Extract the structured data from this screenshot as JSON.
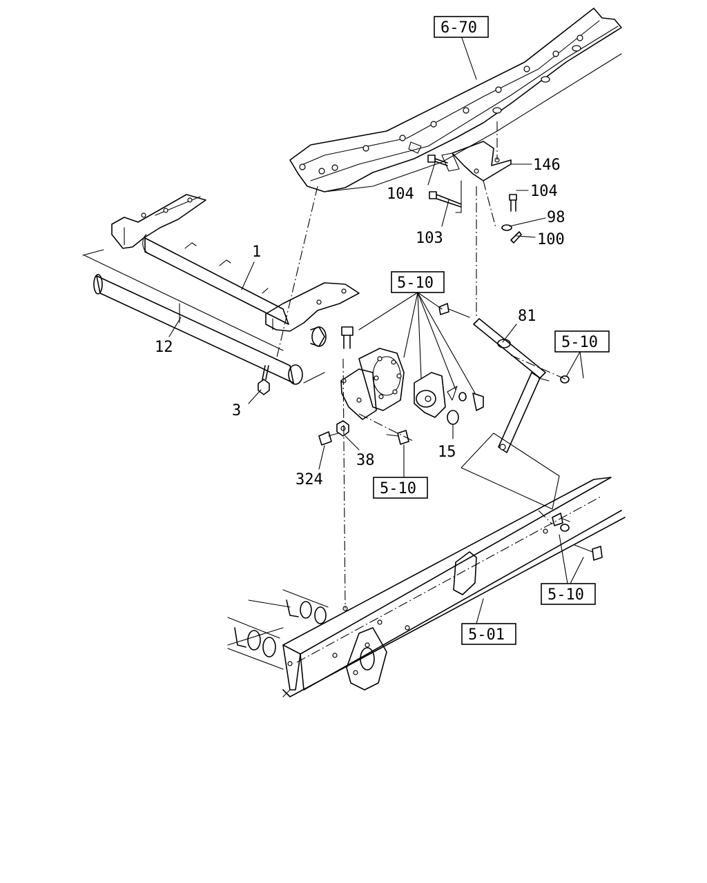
{
  "diagram": {
    "part_numbers": {
      "p1": "1",
      "p3": "3",
      "p12": "12",
      "p15": "15",
      "p38": "38",
      "p81": "81",
      "p98": "98",
      "p100": "100",
      "p103": "103",
      "p104a": "104",
      "p104b": "104",
      "p146": "146",
      "p324": "324"
    },
    "references": {
      "ref_6_70": "6-70",
      "ref_5_10_center": "5-10",
      "ref_5_10_right": "5-10",
      "ref_5_10_bottom": "5-10",
      "ref_5_10_lower_right": "5-10",
      "ref_5_01": "5-01"
    }
  }
}
